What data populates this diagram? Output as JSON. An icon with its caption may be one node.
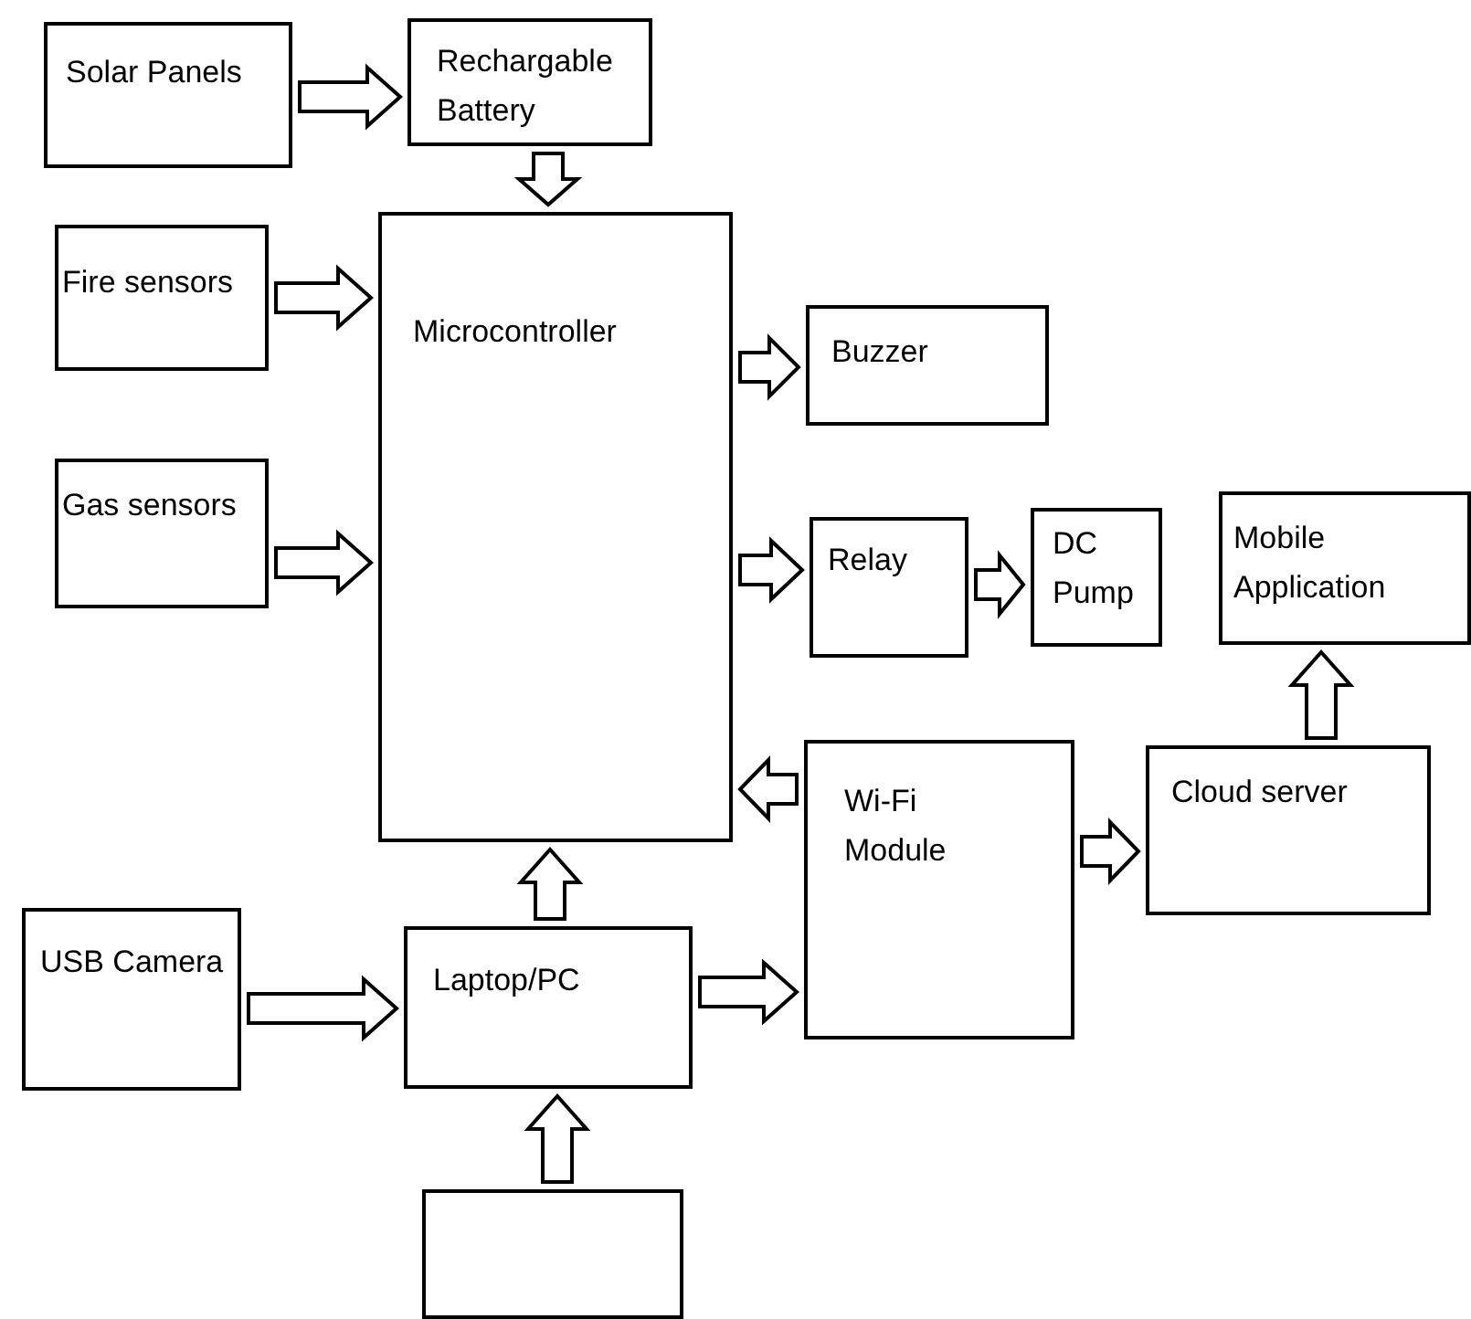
{
  "diagram": {
    "nodes": [
      {
        "text": [
          "Solar Panels"
        ]
      },
      {
        "text": [
          "Rechargable Battery"
        ]
      },
      {
        "text": [
          "Fire sensors"
        ]
      },
      {
        "text": [
          "Microcontroller"
        ]
      },
      {
        "text": [
          "Buzzer"
        ]
      },
      {
        "text": [
          "Gas sensors"
        ]
      },
      {
        "text": [
          "Relay"
        ]
      },
      {
        "text": [
          "DC Pump"
        ]
      },
      {
        "text": [
          "Mobile Application"
        ]
      },
      {
        "text": [
          "Wi-Fi Module"
        ]
      },
      {
        "text": [
          "Cloud server"
        ]
      },
      {
        "text": [
          "USB Camera"
        ]
      },
      {
        "text": [
          "Laptop/PC"
        ]
      },
      {
        "text": [],
        "shape": "box"
      }
    ],
    "edges": [
      {
        "from": 0,
        "to": 1,
        "arrow": "to"
      },
      {
        "from": 1,
        "to": 3,
        "arrow": "to"
      },
      {
        "from": 2,
        "to": 3,
        "arrow": "to"
      },
      {
        "from": 5,
        "to": 3,
        "arrow": "to"
      },
      {
        "from": 3,
        "to": 4,
        "arrow": "to"
      },
      {
        "from": 3,
        "to": 6,
        "arrow": "to"
      },
      {
        "from": 6,
        "to": 7,
        "arrow": "to"
      },
      {
        "from": 9,
        "to": 3,
        "arrow": "to"
      },
      {
        "from": 9,
        "to": 10,
        "arrow": "to"
      },
      {
        "from": 10,
        "to": 8,
        "arrow": "to"
      },
      {
        "from": 11,
        "to": 12,
        "arrow": "to"
      },
      {
        "from": 12,
        "to": 3,
        "arrow": "to"
      },
      {
        "from": 12,
        "to": 9,
        "arrow": "to"
      },
      {
        "from": 13,
        "to": 12,
        "arrow": "to"
      }
    ]
  }
}
